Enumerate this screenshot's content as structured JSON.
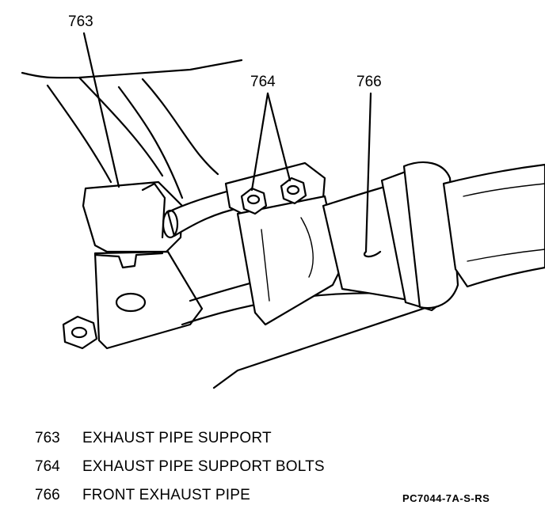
{
  "callouts": {
    "c763": "763",
    "c764": "764",
    "c766": "766"
  },
  "legend": [
    {
      "num": "763",
      "text": "EXHAUST PIPE SUPPORT"
    },
    {
      "num": "764",
      "text": "EXHAUST PIPE SUPPORT BOLTS"
    },
    {
      "num": "766",
      "text": "FRONT EXHAUST PIPE"
    }
  ],
  "figure_code": "PC7044-7A-S-RS",
  "colors": {
    "ink": "#000000",
    "background": "#ffffff"
  }
}
